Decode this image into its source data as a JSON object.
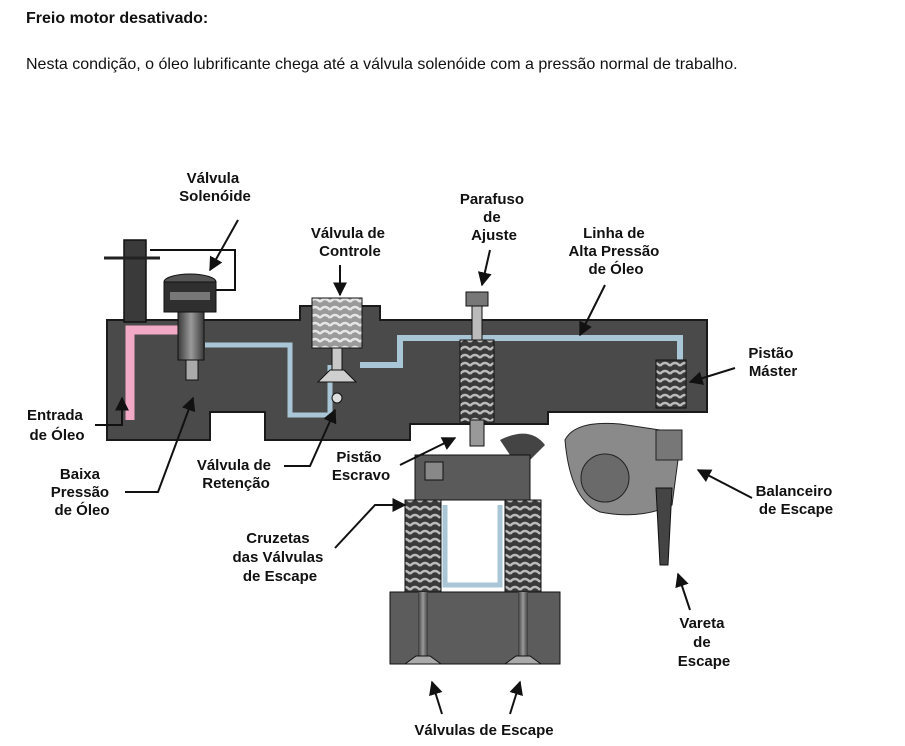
{
  "heading": "Freio motor desativado:",
  "intro": "Nesta condição, o óleo lubrificante chega até a válvula solenóide com a pressão normal de trabalho.",
  "labels": {
    "valvula_solenoide": [
      "Válvula",
      "Solenóide"
    ],
    "valvula_controle": [
      "Válvula de",
      "Controle"
    ],
    "parafuso_ajuste": [
      "Parafuso",
      "de",
      "Ajuste"
    ],
    "linha_alta_pressao": [
      "Linha de",
      "Alta Pressão",
      "de Óleo"
    ],
    "pistao_master": [
      "Pistão",
      "Máster"
    ],
    "entrada_oleo": [
      "Entrada",
      "de Óleo"
    ],
    "baixa_pressao": [
      "Baixa",
      "Pressão",
      "de Óleo"
    ],
    "valvula_retencao": [
      "Válvula de",
      "Retenção"
    ],
    "pistao_escravo": [
      "Pistão",
      "Escravo"
    ],
    "cruzetas": [
      "Cruzetas",
      "das Válvulas",
      "de Escape"
    ],
    "balanceiro": [
      "Balanceiro",
      "de Escape"
    ],
    "vareta": [
      "Vareta",
      "de",
      "Escape"
    ],
    "valvulas_escape": [
      "Válvulas de Escape"
    ]
  },
  "colors": {
    "housing": "#4a4a4a",
    "housing_dark": "#2b2b2b",
    "oil_low_pressure": "#f2a9c6",
    "oil_line": "#a9c6d6"
  }
}
